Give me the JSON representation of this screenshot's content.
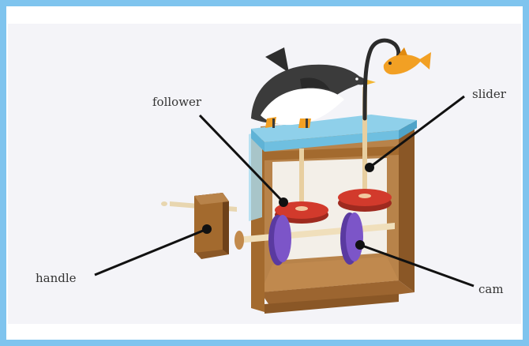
{
  "labels": {
    "follower": "follower",
    "slider": "slider",
    "handle": "handle",
    "cam": "cam"
  },
  "colors": {
    "frame_border": "#7fc4ee",
    "background": "#f4f4f8",
    "wood": "#a36a2e",
    "wood_dark": "#7b4a1c",
    "top_panel": "#8fd0ea",
    "follower_disc": "#d23a2c",
    "cam": "#7c55c8",
    "penguin_body": "#3b3b3b",
    "fish": "#f2a024",
    "leader_line": "#111111"
  },
  "icons": [
    "penguin-figure",
    "fish-figure",
    "wooden-box",
    "handle-knob"
  ]
}
